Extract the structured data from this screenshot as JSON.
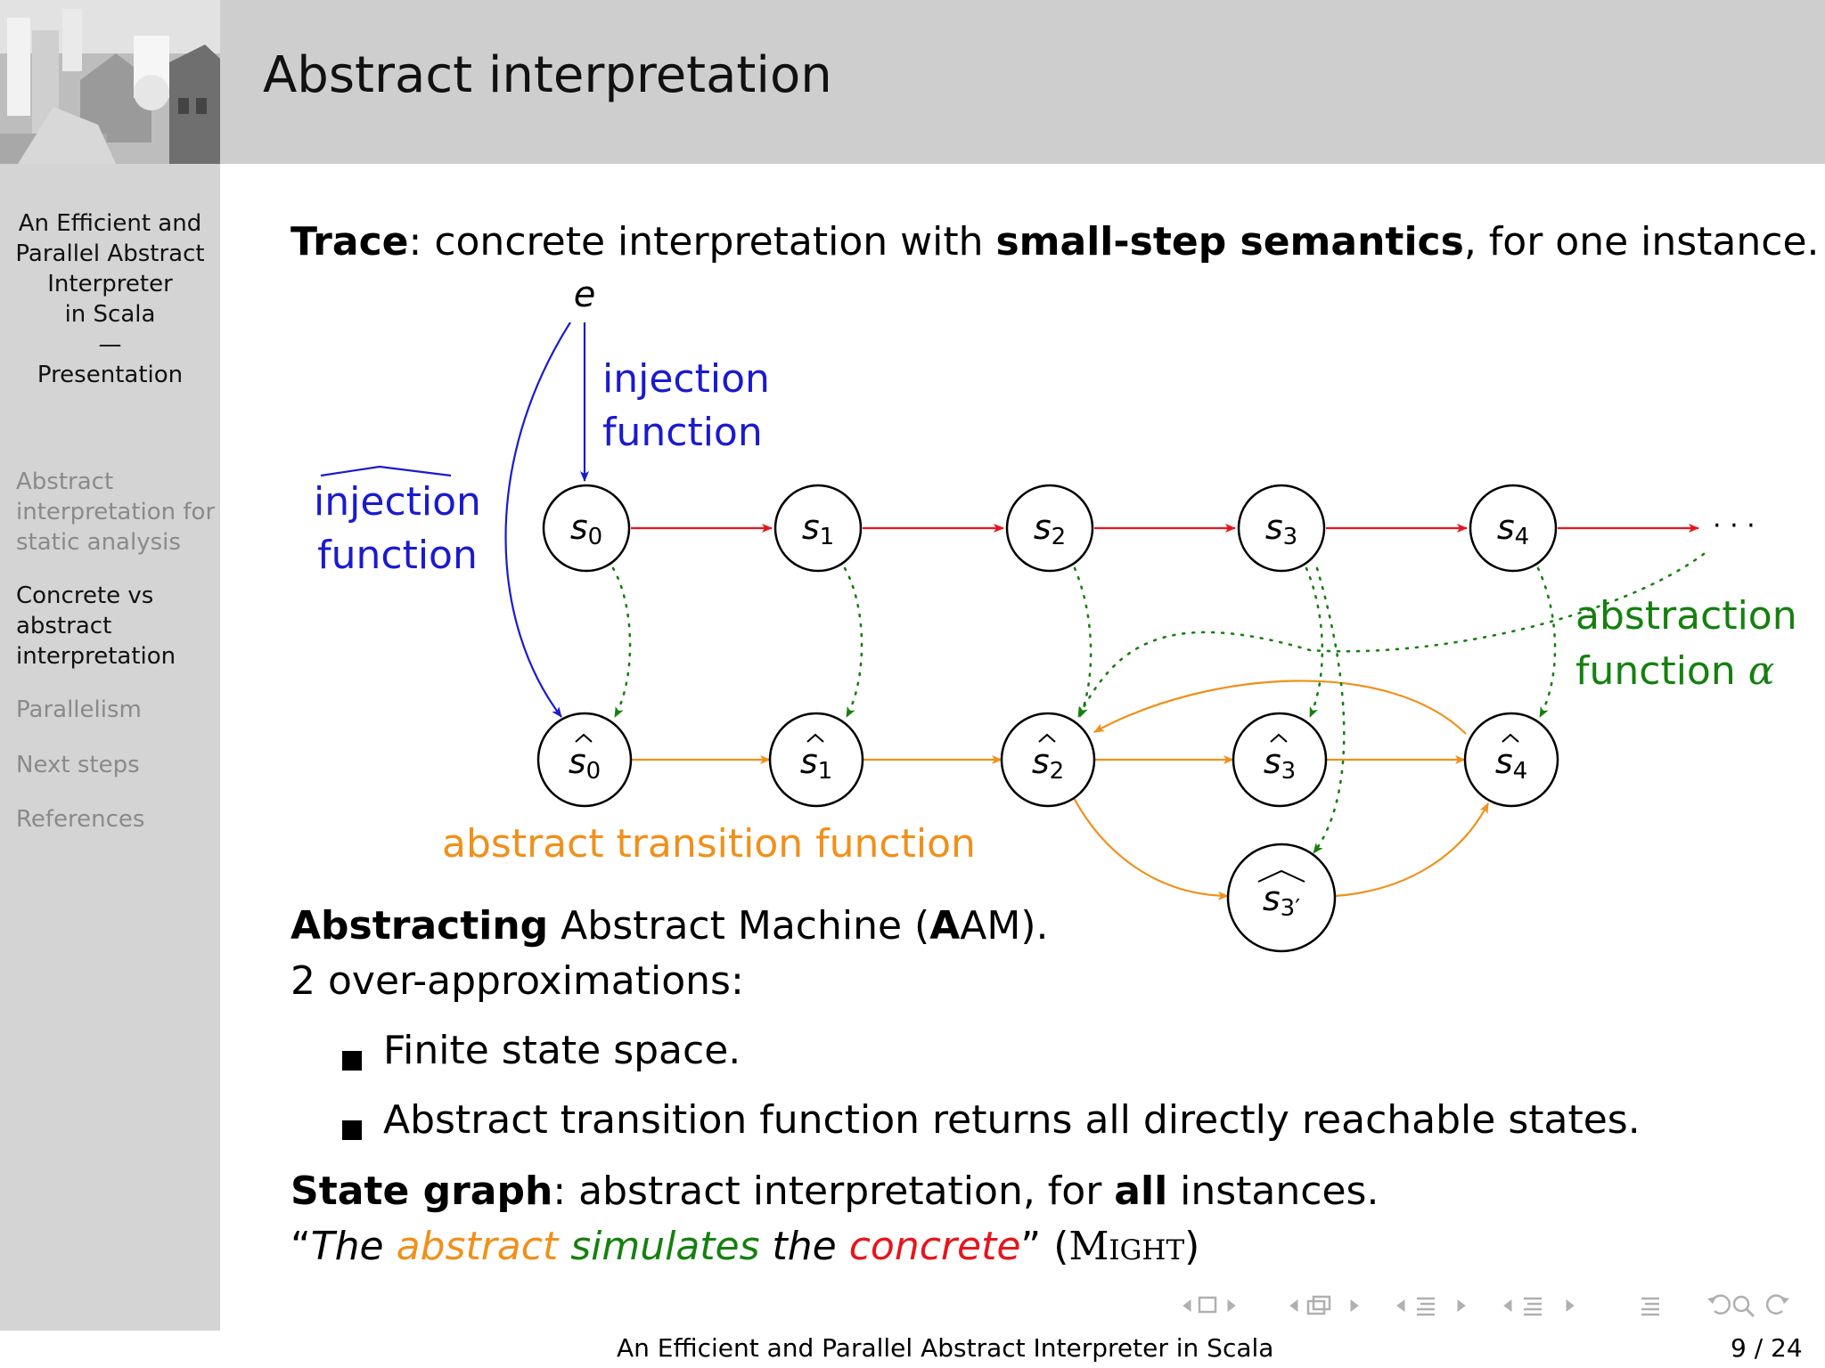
{
  "header": {
    "title": "Abstract interpretation"
  },
  "sidebar": {
    "talk_title": [
      "An Efficient and",
      "Parallel Abstract",
      "Interpreter",
      "in Scala",
      "—",
      "Presentation"
    ],
    "sections": [
      {
        "lines": [
          "Abstract",
          "interpretation for",
          "static analysis"
        ],
        "active": false
      },
      {
        "lines": [
          "Concrete vs",
          "abstract",
          "interpretation"
        ],
        "active": true
      },
      {
        "lines": [
          "Parallelism"
        ],
        "active": false
      },
      {
        "lines": [
          "Next steps"
        ],
        "active": false
      },
      {
        "lines": [
          "References"
        ],
        "active": false
      }
    ]
  },
  "slide": {
    "trace": {
      "label": "Trace",
      "colon": ":",
      "text1": " concrete interpretation with ",
      "bold": "small-step semantics",
      "text2": ", for one instance."
    },
    "aam": {
      "bold1": "Abstracting",
      "t1": " Abstract Machine (",
      "bold2": "A",
      "t2": "AM)."
    },
    "over": "2 over-approximations:",
    "bullets": [
      "Finite state space.",
      "Abstract transition function returns all directly reachable states."
    ],
    "state_graph": {
      "label": "State graph",
      "t1": ": abstract interpretation, for ",
      "bold": "all",
      "t2": " instances."
    },
    "quote": {
      "open": "“",
      "w1": "The ",
      "w2": "abstract",
      "w3": " ",
      "w4": "simulates",
      "w5": " the ",
      "w6": "concrete",
      "close": "”",
      "paren_open": " (",
      "author": "Might",
      "paren_close": ")"
    }
  },
  "diagram": {
    "e_label": "e",
    "injection": [
      "injection",
      "function"
    ],
    "hat_injection": [
      "injection",
      "function"
    ],
    "abstraction": [
      "abstraction",
      "function"
    ],
    "alpha": "α",
    "abstract_transition": "abstract transition function",
    "ellipsis": "· · ·",
    "concrete_states": [
      {
        "name": "s",
        "sub": "0"
      },
      {
        "name": "s",
        "sub": "1"
      },
      {
        "name": "s",
        "sub": "2"
      },
      {
        "name": "s",
        "sub": "3"
      },
      {
        "name": "s",
        "sub": "4"
      }
    ],
    "abstract_states": [
      {
        "name": "s",
        "sub": "0"
      },
      {
        "name": "s",
        "sub": "1"
      },
      {
        "name": "s",
        "sub": "2"
      },
      {
        "name": "s",
        "sub": "3"
      },
      {
        "name": "s",
        "sub": "4"
      }
    ],
    "extra_state": {
      "name": "s",
      "sub": "3′"
    }
  },
  "colors": {
    "concrete": "#e8141c",
    "abstract": "#f0901a",
    "abstraction": "#15800f",
    "injection": "#1a1ad0"
  },
  "footer": {
    "title": "An Efficient and Parallel Abstract Interpreter in Scala",
    "page": "9 / 24"
  }
}
